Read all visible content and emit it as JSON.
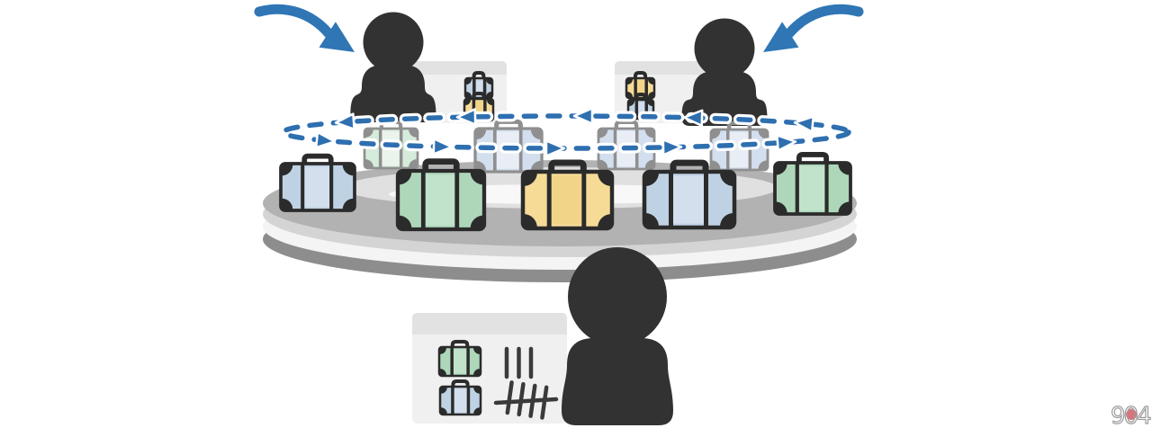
{
  "illustration": {
    "title": "baggage-carousel-counting-illustration",
    "logo_text": "904",
    "conveyor": {
      "front_cases": [
        "blue",
        "green",
        "yellow",
        "blue",
        "green"
      ],
      "back_cases": [
        "green",
        "blue",
        "blue",
        "blue"
      ]
    },
    "passengers": [
      {
        "id": "passenger-left",
        "panel_icons": [
          "blue",
          "yellow"
        ]
      },
      {
        "id": "passenger-right",
        "panel_icons": [
          "yellow",
          "blue"
        ]
      },
      {
        "id": "observer-bottom"
      }
    ],
    "tally_panel": {
      "rows": [
        {
          "case_color": "green",
          "count": 3
        },
        {
          "case_color": "blue",
          "count": 5
        }
      ]
    },
    "flow": {
      "top_direction": "left",
      "bottom_direction": "right",
      "top_arrow_count": 5,
      "bottom_arrow_count": 5
    },
    "colors": {
      "flow_blue": "#2e6fb0",
      "arrow_blue": "#3076b5",
      "silhouette": "#323232",
      "case_outline": "#2b2b2b",
      "case_outline_muted": "#8f8f8f",
      "panel_bg": "#f0f0f0",
      "panel_header": "#e2e2e2",
      "tally": "#3a3a3a",
      "belt_top": "#b2b2b2",
      "belt_rim_light": "#d4d4d4",
      "belt_rim_white": "#f4f4f4",
      "belt_rim_dark": "#8d8d8d",
      "belt_inner": "#e0e0e0",
      "belt_inner_floor": "#f8f8f8",
      "logo_outline": "#9c9c9c",
      "logo_dot": "#d9737c",
      "case_palette": {
        "blue": {
          "side": "#bfd2e4",
          "center": "#d3dfed",
          "pale_side": "#d3dfee",
          "pale_center": "#e9eef6"
        },
        "green": {
          "side": "#aed7ba",
          "center": "#c2e3cb",
          "pale_side": "#d6ecdb",
          "pale_center": "#eaf4ec"
        },
        "yellow": {
          "side": "#f6db97",
          "center": "#f2d489",
          "pale_side": "#f8e6b4",
          "pale_center": "#fbefcf"
        }
      }
    }
  }
}
